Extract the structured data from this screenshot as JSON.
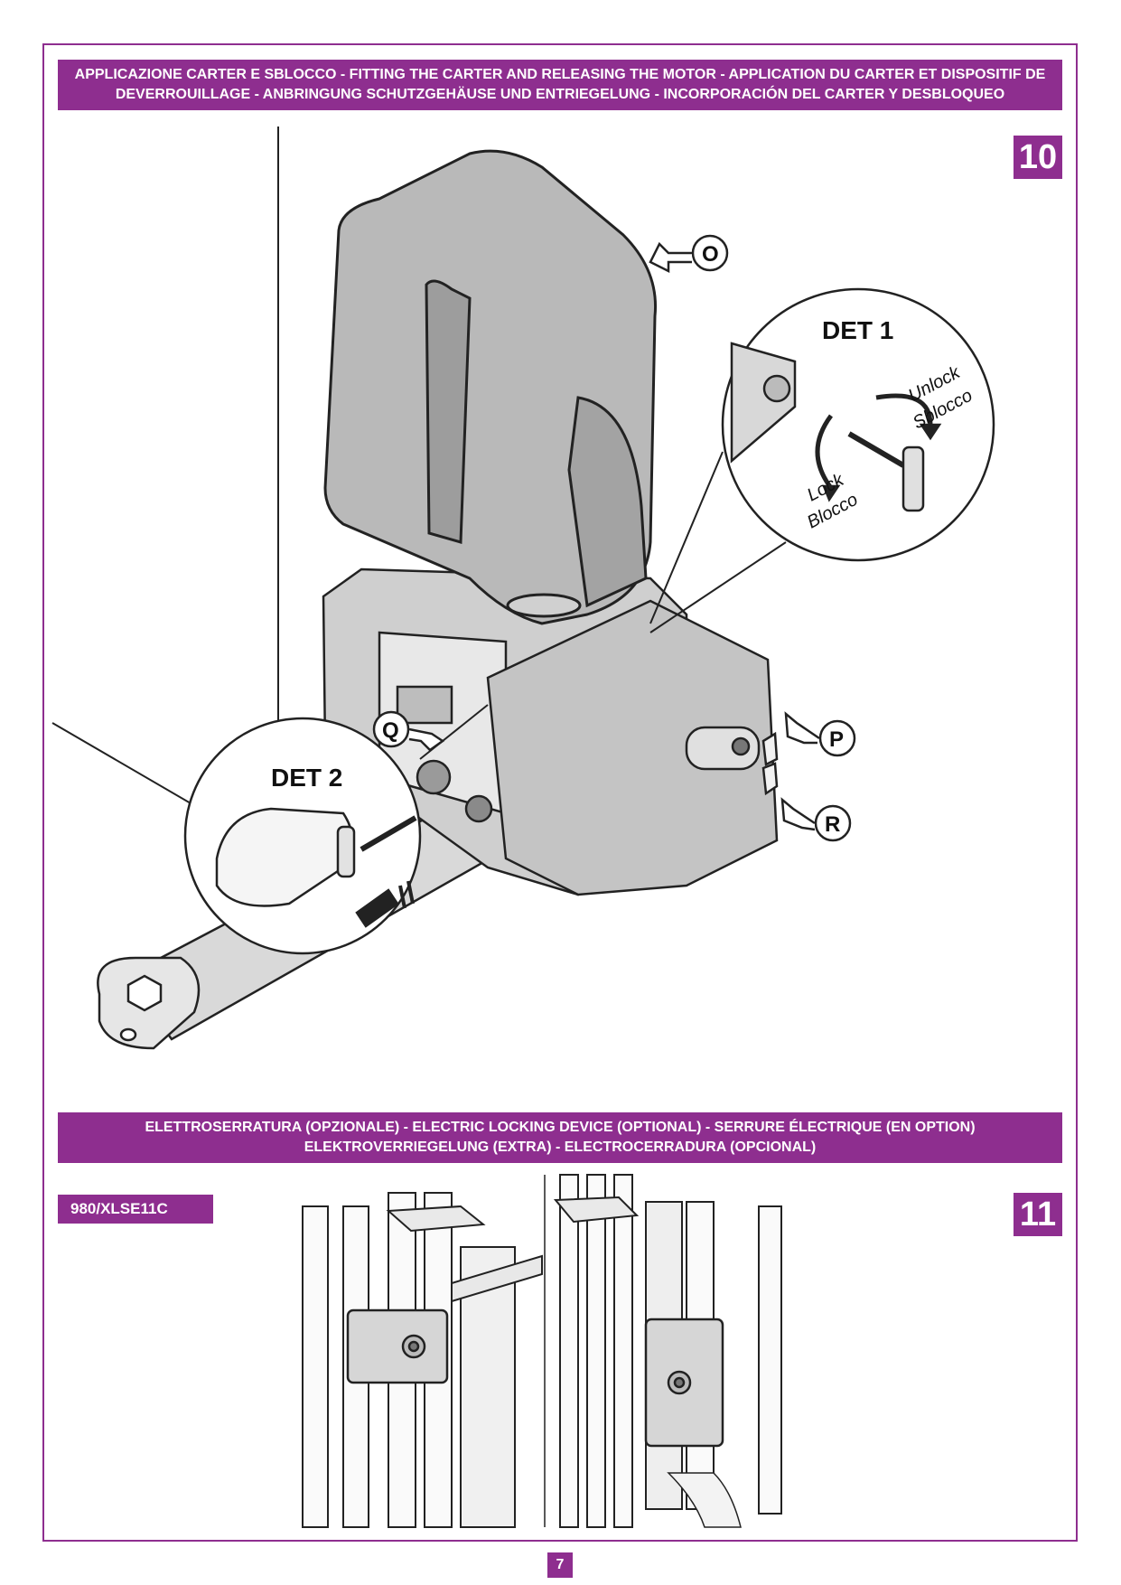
{
  "section1": {
    "line1": "APPLICAZIONE CARTER E SBLOCCO - FITTING THE CARTER AND RELEASING THE MOTOR - APPLICATION DU CARTER ET DISPOSITIF DE",
    "line2": "DEVERROUILLAGE - ANBRINGUNG SCHUTZGEHÄUSE UND ENTRIEGELUNG - INCORPORACIÓN DEL CARTER Y DESBLOQUEO",
    "figure_number": "10",
    "callouts": {
      "o": "O",
      "p": "P",
      "q": "Q",
      "r": "R"
    },
    "det1": {
      "title": "DET 1",
      "unlock": "Unlock",
      "sblocco": "Sblocco",
      "lock": "Lock",
      "blocco": "Blocco"
    },
    "det2": {
      "title": "DET 2"
    }
  },
  "section2": {
    "line1": "ELETTROSERRATURA (OPZIONALE) - ELECTRIC LOCKING DEVICE (OPTIONAL) - SERRURE ÉLECTRIQUE (EN OPTION)",
    "line2": "ELEKTROVERRIEGELUNG (EXTRA) - ELECTROCERRADURA (OPCIONAL)",
    "figure_number": "11",
    "model": "980/XLSE11C"
  },
  "footer": {
    "page_number": "7"
  },
  "colors": {
    "accent": "#8e2e8f",
    "carter_gray": "#b9b9b9",
    "device_gray": "#d6d6d6"
  }
}
